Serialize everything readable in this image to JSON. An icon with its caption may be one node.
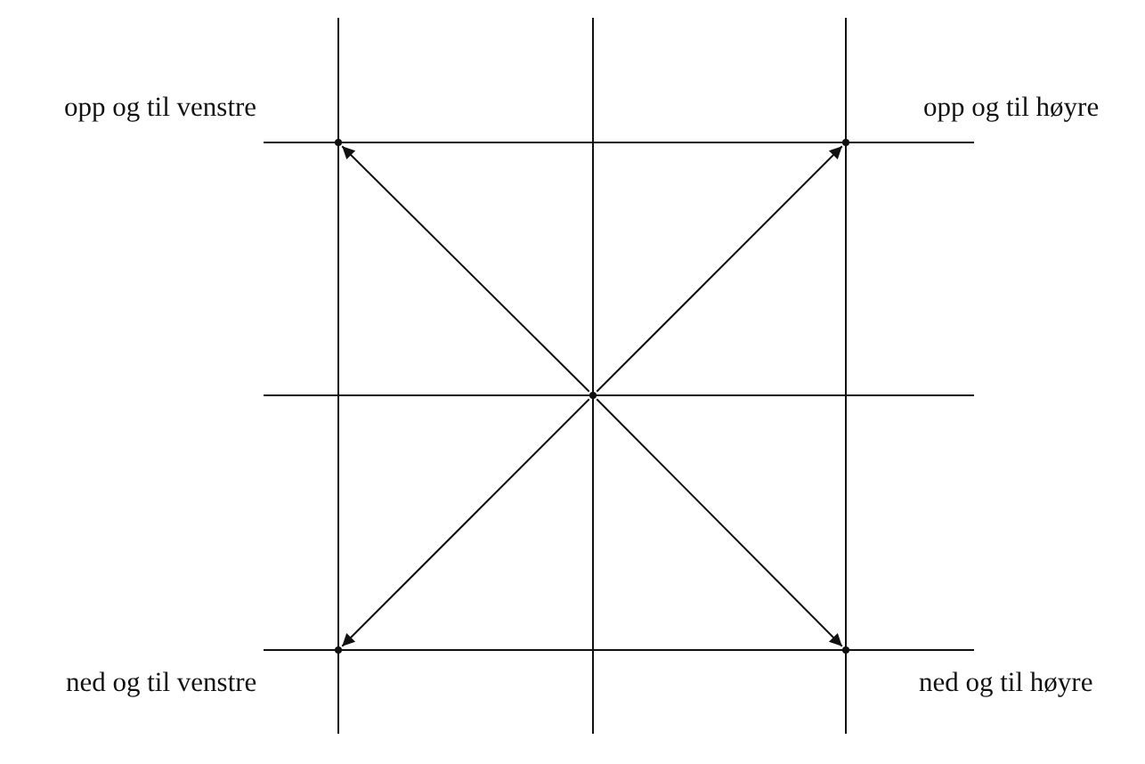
{
  "diagram": {
    "nodes": [
      {
        "text": [],
        "shape": "point",
        "beside": [
          "opp og til venstre"
        ]
      },
      {
        "text": [],
        "shape": "point",
        "beside": [
          "opp og til høyre"
        ]
      },
      {
        "text": [],
        "shape": "point"
      },
      {
        "text": [],
        "shape": "point",
        "beside": [
          "ned og til venstre"
        ]
      },
      {
        "text": [],
        "shape": "point",
        "beside": [
          "ned og til høyre"
        ]
      }
    ],
    "edges": [
      {
        "from": 2,
        "to": 0,
        "arrow": "to"
      },
      {
        "from": 2,
        "to": 1,
        "arrow": "to"
      },
      {
        "from": 2,
        "to": 3,
        "arrow": "to"
      },
      {
        "from": 2,
        "to": 4,
        "arrow": "to"
      }
    ]
  }
}
